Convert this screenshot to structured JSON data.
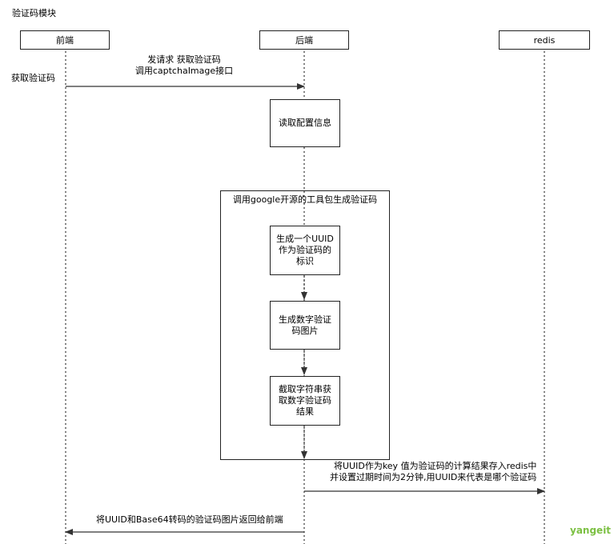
{
  "title": "验证码模块",
  "participants": {
    "frontend": "前端",
    "backend": "后端",
    "redis": "redis"
  },
  "actions": {
    "get_captcha": "获取验证码"
  },
  "messages": {
    "request_line1": "发请求 获取验证码",
    "request_line2": "调用captchaImage接口",
    "redis_line1": "将UUID作为key 值为验证码的计算结果存入redis中",
    "redis_line2": "并设置过期时间为2分钟,用UUID来代表是哪个验证码",
    "return": "将UUID和Base64转码的验证码图片返回给前端"
  },
  "boxes": {
    "read_config": "读取配置信息",
    "google_group": "调用google开源的工具包生成验证码",
    "gen_uuid": "生成一个UUID作为验证码的标识",
    "gen_image": "生成数字验证码图片",
    "extract_result": "截取字符串获取数字验证码结果"
  },
  "watermark": "yangeit"
}
